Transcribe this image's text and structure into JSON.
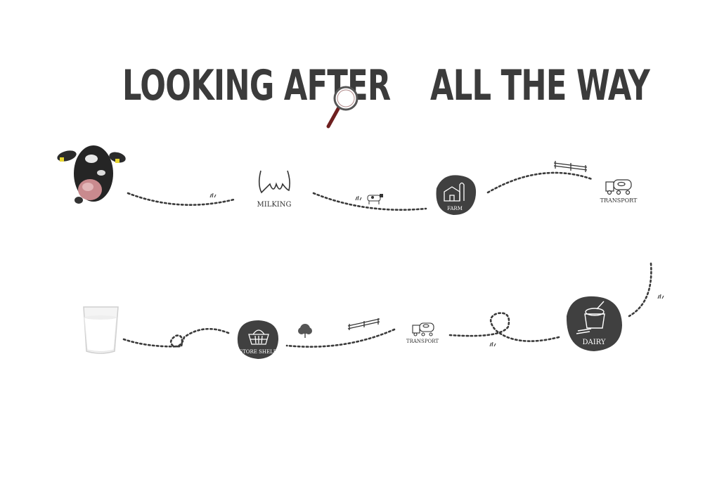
{
  "headline": {
    "left": "LOOKING AFTER",
    "right": "ALL THE WAY"
  },
  "steps": {
    "milking": "MILKING",
    "farm": "FARM",
    "transport_top": "TRANSPORT",
    "dairy": "DAIRY",
    "transport_bottom": "TRANSPORT",
    "store_shelf": "STORE SHELF"
  },
  "icons": {
    "magnifier": "magnifying-glass-icon",
    "cow_head": "cow-head-icon",
    "milk_glass": "milk-glass-icon"
  },
  "colors": {
    "ink": "#3b3b3b",
    "blob": "#404040",
    "accent_red": "#6e1f1f"
  }
}
